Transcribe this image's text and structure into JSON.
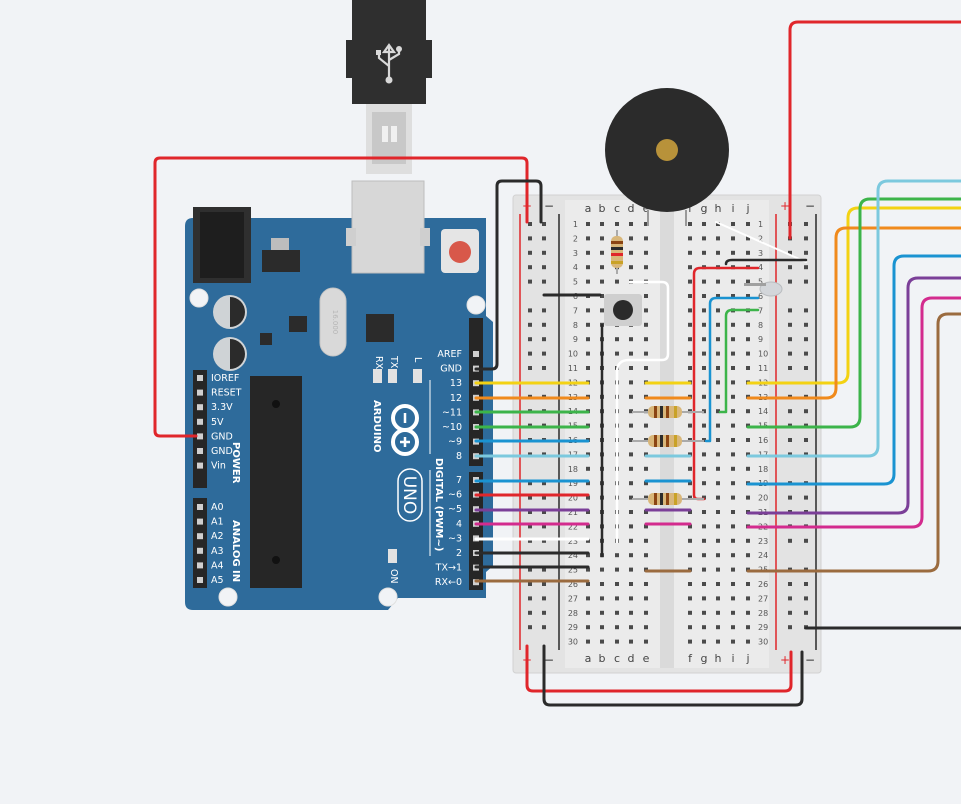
{
  "arduino": {
    "brand": "ARDUINO",
    "model": "UNO",
    "crystal": "16.000",
    "power_header": {
      "title": "POWER",
      "pins": [
        "IOREF",
        "RESET",
        "3.3V",
        "5V",
        "GND",
        "GND",
        "Vin"
      ]
    },
    "analog_header": {
      "title": "ANALOG IN",
      "pins": [
        "A0",
        "A1",
        "A2",
        "A3",
        "A4",
        "A5"
      ]
    },
    "digital_header": {
      "title": "DIGITAL (PWM~)",
      "pins_top": [
        "AREF",
        "GND",
        "13",
        "12",
        "~11",
        "~10",
        "~9",
        "8"
      ],
      "pins_bottom": [
        "7",
        "~6",
        "~5",
        "4",
        "~3",
        "2",
        "TX→1",
        "RX←0"
      ]
    },
    "leds": {
      "tx": "TX",
      "rx": "RX",
      "l": "L",
      "on": "ON"
    }
  },
  "breadboard": {
    "rail_labels": {
      "plus": "+",
      "minus": "−"
    },
    "columns_left": [
      "a",
      "b",
      "c",
      "d",
      "e"
    ],
    "columns_right": [
      "f",
      "g",
      "h",
      "i",
      "j"
    ],
    "rows": [
      "1",
      "2",
      "3",
      "4",
      "5",
      "6",
      "7",
      "8",
      "9",
      "10",
      "11",
      "12",
      "13",
      "14",
      "15",
      "16",
      "17",
      "18",
      "19",
      "20",
      "21",
      "22",
      "23",
      "24",
      "25",
      "26",
      "27",
      "28",
      "29",
      "30"
    ]
  },
  "icons": [
    "usb-icon",
    "arduino-infinity-logo-icon"
  ],
  "wire_colors": {
    "red": "#e0262b",
    "black": "#2b2b2b",
    "yellow": "#f3d213",
    "orange": "#f08a1c",
    "green": "#3cb44a",
    "blue": "#1a93d1",
    "light_blue": "#7cc9de",
    "purple": "#7b3f98",
    "magenta": "#d32b8e",
    "white": "#ffffff",
    "brown": "#9b6b3f"
  }
}
